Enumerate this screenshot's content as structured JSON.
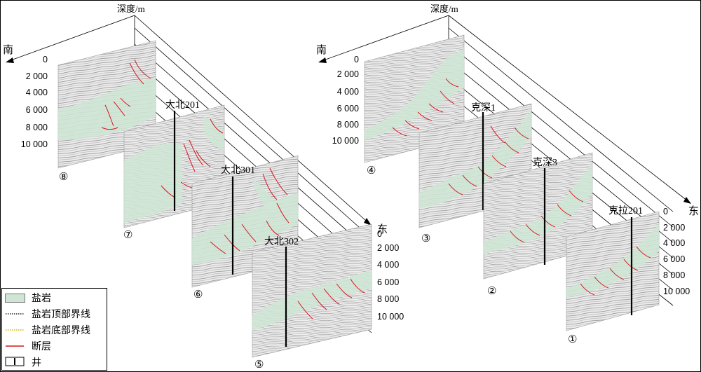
{
  "left_panel": {
    "axis_title": "深度/m",
    "south_label": "南",
    "east_label": "东",
    "depth_ticks": [
      "0",
      "2 000",
      "4 000",
      "6 000",
      "8 000",
      "10 000"
    ],
    "front_depth_ticks": [
      "0",
      "2 000",
      "4 000",
      "6 000",
      "8 000",
      "10 000"
    ],
    "sections": [
      "⑧",
      "⑦",
      "⑥",
      "⑤"
    ],
    "wells": [
      "大北201",
      "大北301",
      "大北302"
    ]
  },
  "right_panel": {
    "axis_title": "深度/m",
    "south_label": "南",
    "east_label": "东",
    "depth_ticks": [
      "0",
      "2 000",
      "4 000",
      "6 000",
      "8 000",
      "10 000"
    ],
    "front_depth_ticks": [
      "0",
      "2 000",
      "4 000",
      "6 000",
      "8 000",
      "10 000"
    ],
    "sections": [
      "④",
      "③",
      "②",
      "①"
    ],
    "wells": [
      "克深1",
      "克深3",
      "克拉201"
    ]
  },
  "legend": {
    "items": [
      {
        "label": "盐岩",
        "symbol": "salt-fill",
        "color": "#cfe6d6"
      },
      {
        "label": "盐岩顶部界线",
        "symbol": "dotted-black",
        "color": "#000000"
      },
      {
        "label": "盐岩底部界线",
        "symbol": "dotted-yellow",
        "color": "#d4c400"
      },
      {
        "label": "断层",
        "symbol": "red-line",
        "color": "#d8141c"
      },
      {
        "label": "井",
        "symbol": "well-bar",
        "color": "#000000"
      }
    ]
  },
  "colors": {
    "salt": "#cfe6d6",
    "fault": "#d8141c",
    "seismic_bg": "#e9e9e9"
  }
}
